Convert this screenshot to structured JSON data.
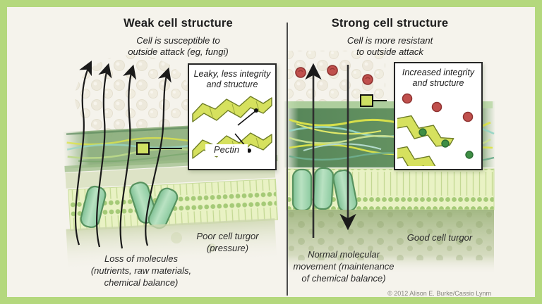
{
  "figure": {
    "copyright": "© 2012 Alison E. Burke/Cassio Lynm",
    "colors": {
      "frame_green": "#b4d87d",
      "paper": "#f5f3ec",
      "wall_green": "#6f9e63",
      "fiber_yellow": "#dde44a",
      "fiber_teal": "#97d6c6",
      "protein_green": "#9fd3ab",
      "bilayer_fill": "#e9f2c4",
      "attacker_red": "#c0504d",
      "pectin_dot_green": "#3e8e44",
      "arrow_black": "#1a1a1a"
    }
  },
  "left_panel": {
    "title": "Weak cell structure",
    "subtitle": "Cell is susceptible to\noutside attack (eg, fungi)",
    "inset": {
      "title": "Leaky, less integrity\nand structure",
      "pectin_label": "Pectin"
    },
    "labels": {
      "loss_of_molecules": "Loss of molecules\n(nutrients, raw materials,\nchemical balance)",
      "turgor": "Poor cell turgor\n(pressure)"
    }
  },
  "right_panel": {
    "title": "Strong cell structure",
    "subtitle": "Cell is more resistant\nto outside attack",
    "inset": {
      "title": "Increased integrity\nand structure"
    },
    "labels": {
      "movement": "Normal molecular\nmovement (maintenance\nof chemical balance)",
      "turgor": "Good cell turgor"
    }
  }
}
